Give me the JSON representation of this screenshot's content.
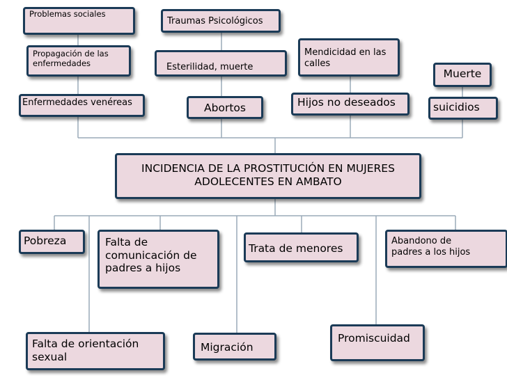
{
  "central": "INCIDENCIA DE LA   PROSTITUCIÓN  EN MUJERES\nADOLECENTES EN AMBATO",
  "effects": {
    "problemas_sociales": "Problemas sociales",
    "propagacion_enfermedades": "Propagación de las\nenfermedades",
    "enfermedades_venereas": "Enfermedades venéreas",
    "traumas_psicologicos": "Traumas Psicológicos",
    "esterilidad_muerte": "Esterilidad, muerte",
    "abortos": "Abortos",
    "mendicidad": "Mendicidad en las\ncalles",
    "hijos_no_deseados": "Hijos no deseados",
    "muerte": "Muerte",
    "suicidios": "suicidios"
  },
  "causes": {
    "pobreza": "Pobreza",
    "falta_comunicacion": "Falta de\ncomunicación de\npadres a hijos",
    "trata_menores": "Trata de menores",
    "abandono_padres": "Abandono de\npadres a los hijos",
    "falta_orientacion": "Falta de orientación\nsexual",
    "migracion": "Migración",
    "promiscuidad": "Promiscuidad"
  },
  "colors": {
    "box_fill": "#ecd8df",
    "box_border": "#1b3b57",
    "line": "#9aaab8"
  }
}
